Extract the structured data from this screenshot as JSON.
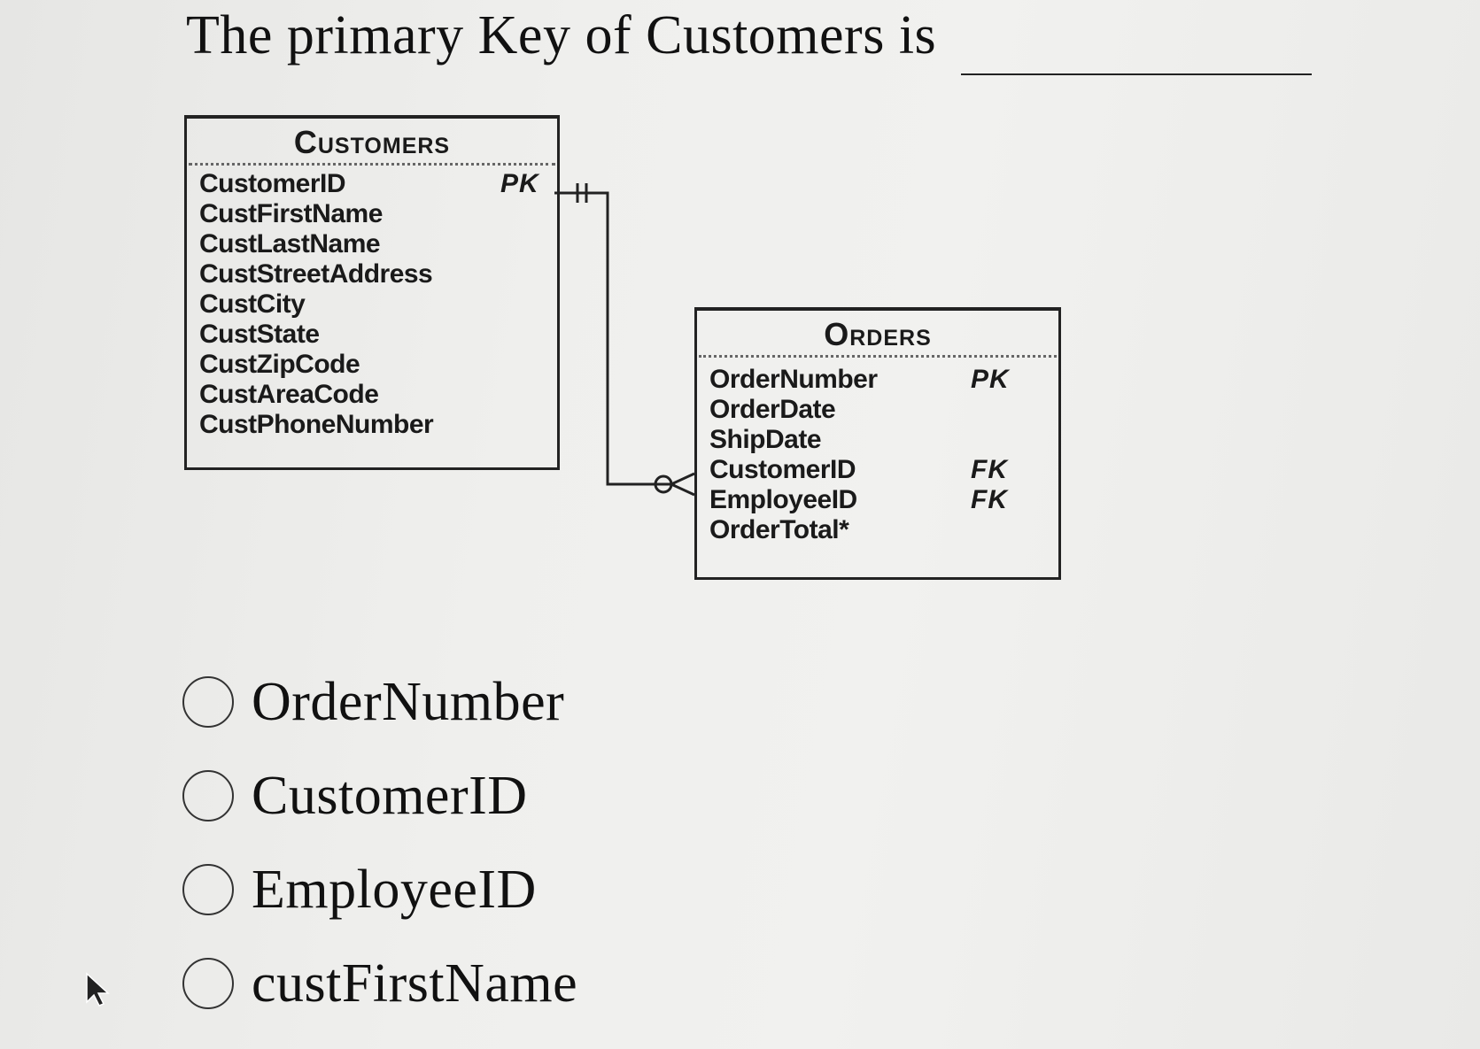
{
  "question": {
    "text": "The primary Key of Customers is"
  },
  "diagram": {
    "customers": {
      "title": "Customers",
      "attributes": [
        {
          "name": "CustomerID",
          "key": "PK"
        },
        {
          "name": "CustFirstName",
          "key": ""
        },
        {
          "name": "CustLastName",
          "key": ""
        },
        {
          "name": "CustStreetAddress",
          "key": ""
        },
        {
          "name": "CustCity",
          "key": ""
        },
        {
          "name": "CustState",
          "key": ""
        },
        {
          "name": "CustZipCode",
          "key": ""
        },
        {
          "name": "CustAreaCode",
          "key": ""
        },
        {
          "name": "CustPhoneNumber",
          "key": ""
        }
      ]
    },
    "orders": {
      "title": "Orders",
      "attributes": [
        {
          "name": "OrderNumber",
          "key": "PK"
        },
        {
          "name": "OrderDate",
          "key": ""
        },
        {
          "name": "ShipDate",
          "key": ""
        },
        {
          "name": "CustomerID",
          "key": "FK"
        },
        {
          "name": "EmployeeID",
          "key": "FK"
        },
        {
          "name": "OrderTotal*",
          "key": ""
        }
      ]
    },
    "relationship": {
      "from_cardinality": "one-and-only-one",
      "to_cardinality": "zero-or-many"
    }
  },
  "options": [
    {
      "label": "OrderNumber",
      "selected": false
    },
    {
      "label": "CustomerID",
      "selected": false
    },
    {
      "label": "EmployeeID",
      "selected": false
    },
    {
      "label": "custFirstName",
      "selected": false
    }
  ],
  "icons": {
    "cursor": "arrow-cursor-icon"
  }
}
